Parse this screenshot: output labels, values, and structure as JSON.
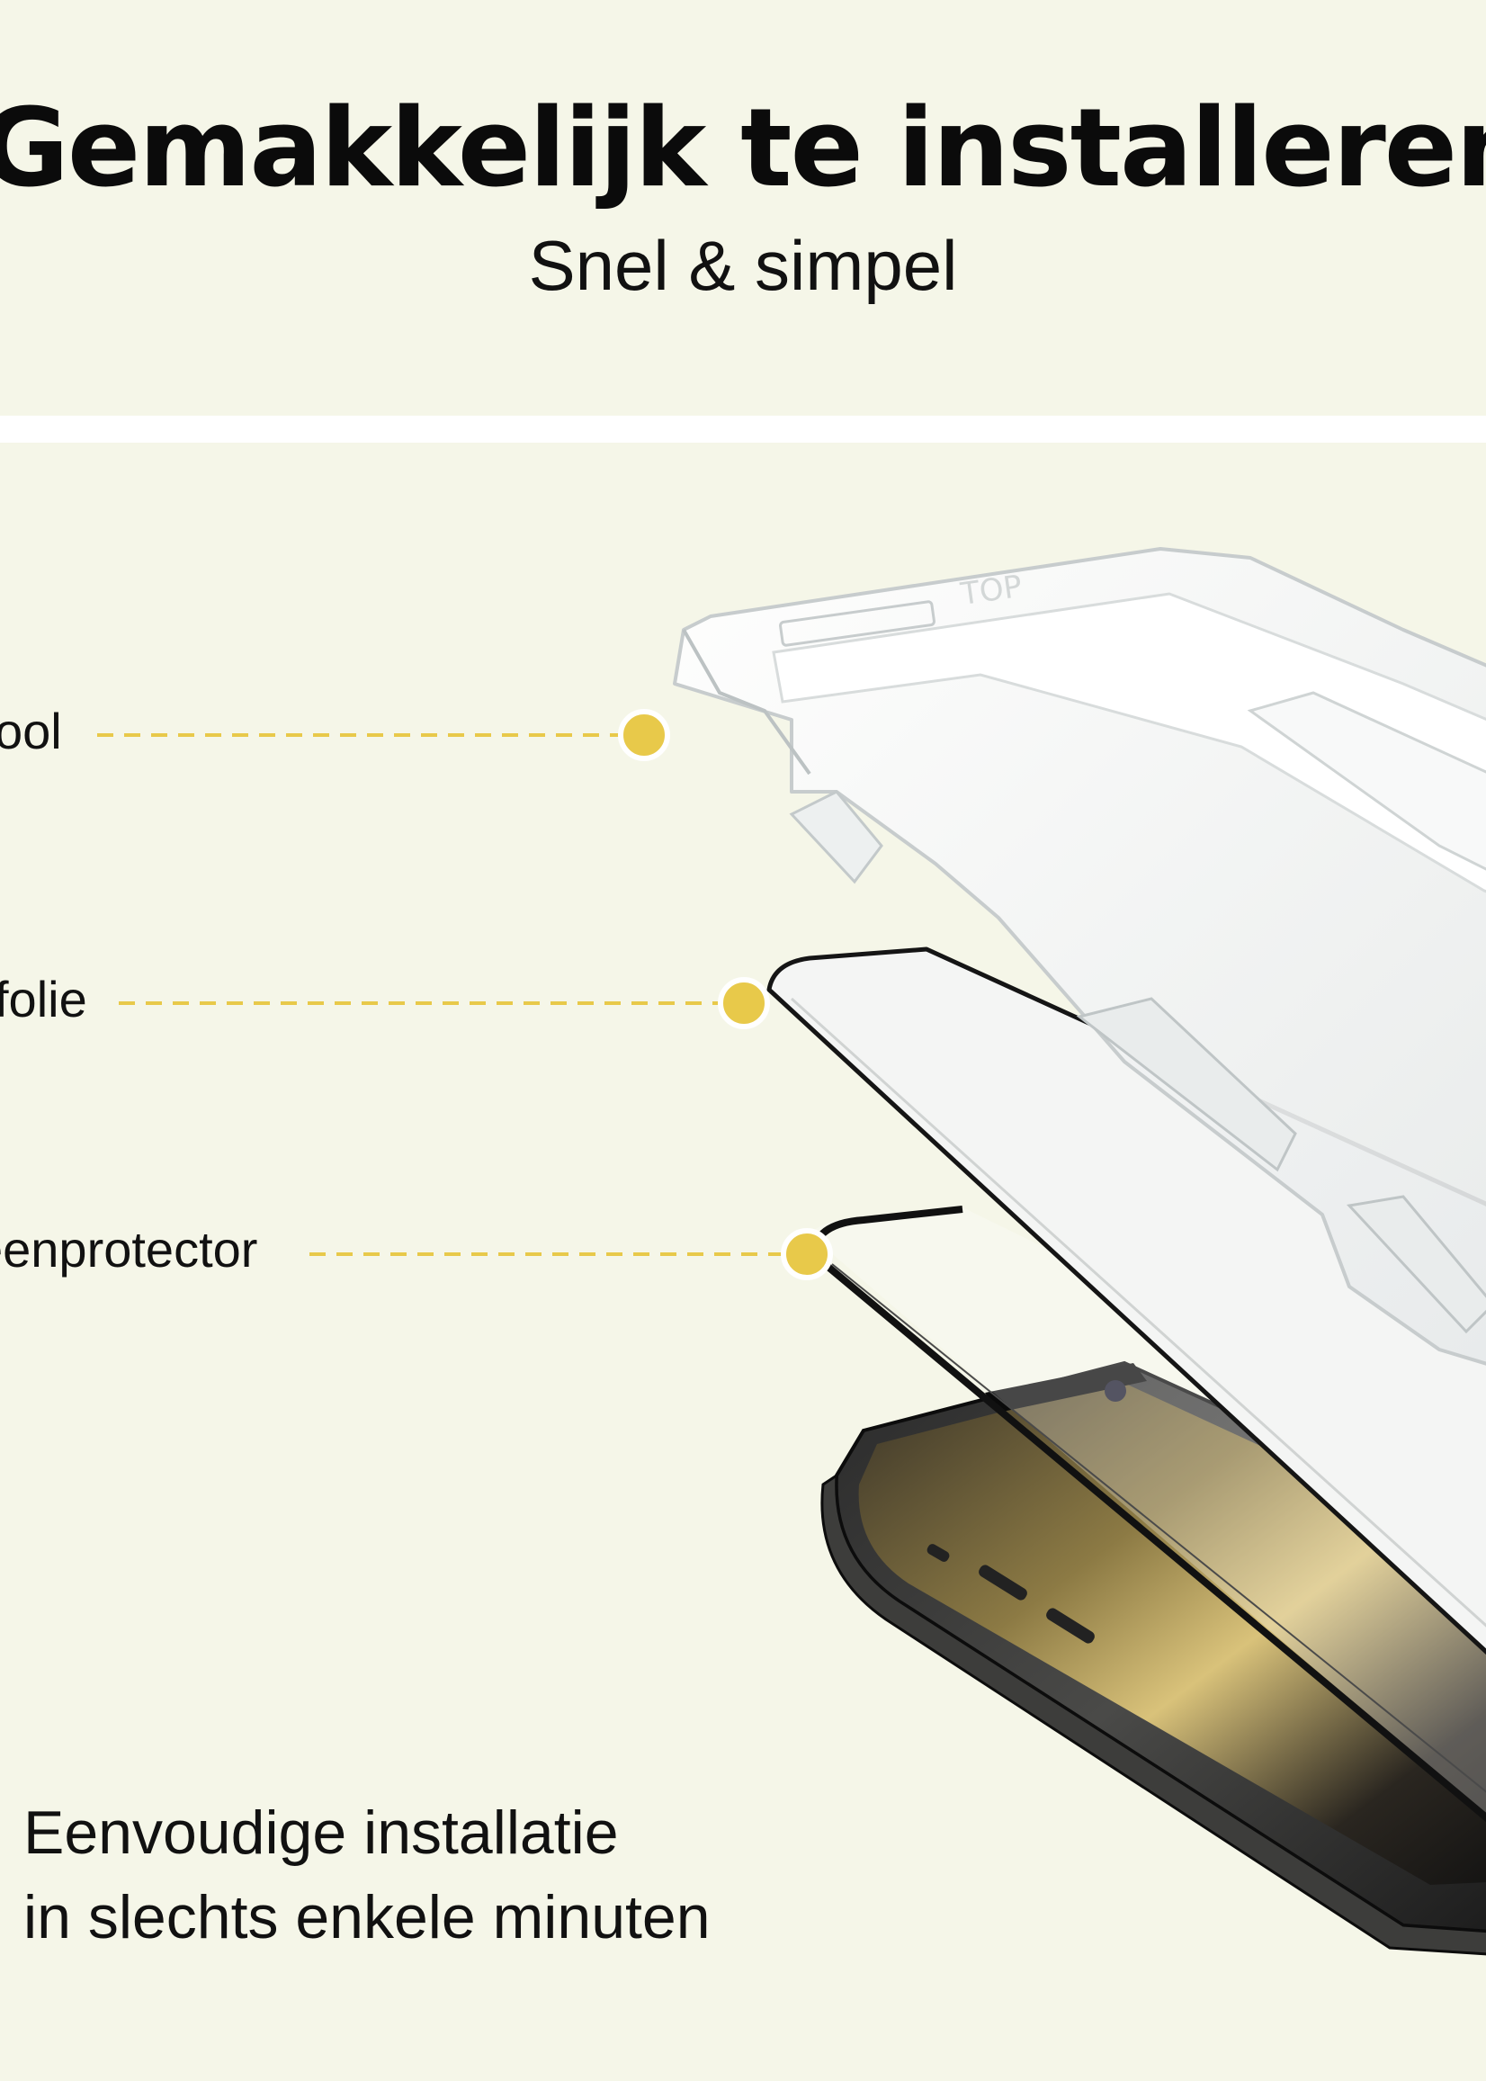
{
  "headline": "Gemakkelijk te installeren",
  "subheadline": "Snel & simpel",
  "callouts": [
    {
      "label": "ool"
    },
    {
      "label": "folie"
    },
    {
      "label": "eenprotector"
    }
  ],
  "description": {
    "line1": "Eenvoudige installatie",
    "line2": "in slechts enkele minuten"
  },
  "frame_embossed_text": "TOP",
  "colors": {
    "background": "#f5f6e8",
    "accent_dot": "#e8c94a",
    "leader_line": "#e8c94a",
    "text": "#111111"
  }
}
